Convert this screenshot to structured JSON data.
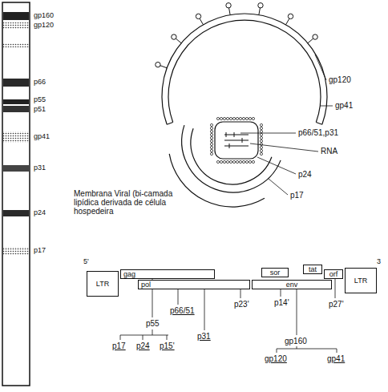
{
  "diagram": {
    "nodes": [
      {
        "text": [
          "LTR"
        ]
      },
      {
        "text": [
          "gag"
        ]
      },
      {
        "text": [
          "pol"
        ]
      },
      {
        "text": [
          "sor"
        ]
      },
      {
        "text": [
          "tat"
        ]
      },
      {
        "text": [
          "env"
        ]
      },
      {
        "text": [
          "orf"
        ]
      },
      {
        "text": [
          "LTR"
        ]
      }
    ],
    "labels": [
      "gp160",
      "gp120",
      "p66",
      "p55",
      "p51",
      "gp41",
      "p31",
      "p24",
      "p17",
      "gp120",
      "gp41",
      "p66/51,p31",
      "RNA",
      "p24",
      "p17",
      "Membrana Viral (bi-camada lipídica derivada de célula hospedeira",
      "5'",
      "3",
      "p55",
      "p66/51",
      "p31",
      "p23'",
      "p14'",
      "p27'",
      "gp160",
      "p17",
      "p24",
      "p15'",
      "gp120",
      "gp41"
    ]
  }
}
